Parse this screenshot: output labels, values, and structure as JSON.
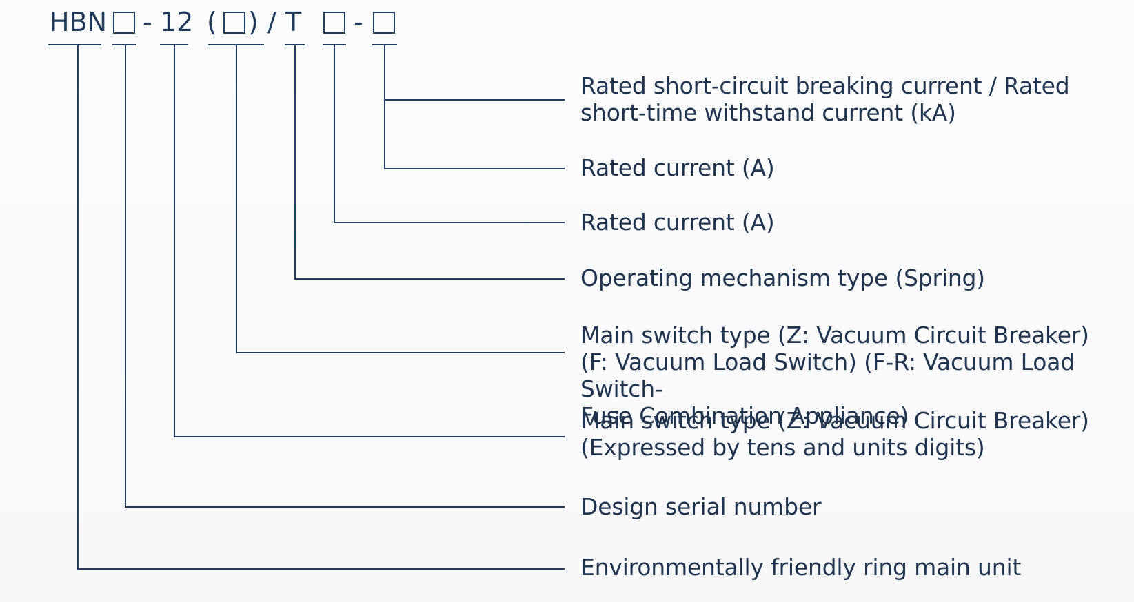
{
  "model_code": {
    "prefix": "HBN",
    "dash1": "-",
    "voltage": "12",
    "open_paren": "(",
    "close_paren": ")",
    "slash": "/",
    "mechanism": "T",
    "dash2": "-"
  },
  "descriptions": [
    {
      "id": "breaking-current",
      "text": "Rated short-circuit breaking current / Rated\nshort-time withstand current (kA)"
    },
    {
      "id": "rated-current-1",
      "text": "Rated current (A)"
    },
    {
      "id": "rated-current-2",
      "text": "Rated current (A)"
    },
    {
      "id": "mechanism",
      "text": "Operating mechanism type (Spring)"
    },
    {
      "id": "main-switch",
      "text": "Main switch type (Z: Vacuum Circuit Breaker)\n(F: Vacuum Load Switch) (F-R: Vacuum Load Switch-\nFuse Combination Appliance)"
    },
    {
      "id": "rated-voltage",
      "text": "Main switch type (Z: Vacuum Circuit Breaker)\n(Expressed by tens and units digits)"
    },
    {
      "id": "serial",
      "text": "Design serial number"
    },
    {
      "id": "unit",
      "text": "Environmentally friendly ring main unit"
    }
  ],
  "colors": {
    "line": "#223d5d",
    "text": "#20344e",
    "code": "#1f3a58"
  }
}
